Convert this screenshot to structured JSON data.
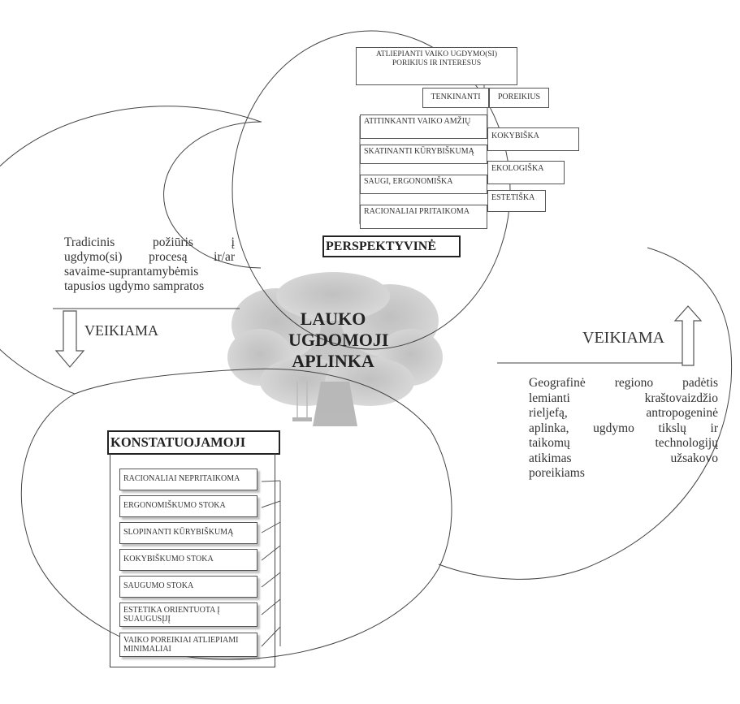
{
  "center": {
    "line1": "LAUKO",
    "line2": "UGDOMOJI",
    "line3": "APLINKA"
  },
  "perspective": {
    "title": "PERSPEKTYVINĖ",
    "top_box": "ATLIEPIANTI VAIKO UGDYMO(SI) PORIKIUS IR INTERESUS",
    "need_left": "TENKINANTI",
    "need_right": "POREIKIUS",
    "left_items": [
      "ATITINKANTI VAIKO AMŽIŲ",
      "SKATINANTI KŪRYBIŠKUMĄ",
      "SAUGI, ERGONOMIŠKA",
      "RACIONALIAI PRITAIKOMA"
    ],
    "right_items": [
      "KOKYBIŠKA",
      "EKOLOGIŠKA",
      "ESTETIŠKA"
    ]
  },
  "left_ellipse": {
    "text_lines": [
      "Tradicinis požiūris į",
      "ugdymo(si) procesą ir/ar",
      "savaime-suprantamybėmis",
      "tapusios ugdymo sampratos"
    ],
    "arrow_label": "VEIKIAMA"
  },
  "right_ellipse": {
    "arrow_label": "VEIKIAMA",
    "text_lines": [
      "Geografinė regiono padėtis",
      "lemianti kraštovaizdžio",
      "rieljefą, antropogeninė",
      "aplinka, ugdymo tikslų ir",
      "taikomų technologijų",
      "atikimas užsakovo",
      "poreikiams"
    ]
  },
  "constatuojamoji": {
    "title": "KONSTATUOJAMOJI",
    "items": [
      "RACIONALIAI NEPRITAIKOMA",
      "ERGONOMIŠKUMO STOKA",
      "SLOPINANTI KŪRYBIŠKUMĄ",
      "KOKYBIŠKUMO STOKA",
      "SAUGUMO STOKA",
      "ESTETIKA ORIENTUOTA Į SUAUGUSĮJĮ",
      "VAIKO POREIKIAI ATLIEPIAMI MINIMALIAI"
    ]
  },
  "colors": {
    "tree": "#c9c9c9",
    "line": "#444444",
    "arrow": "#555555"
  }
}
